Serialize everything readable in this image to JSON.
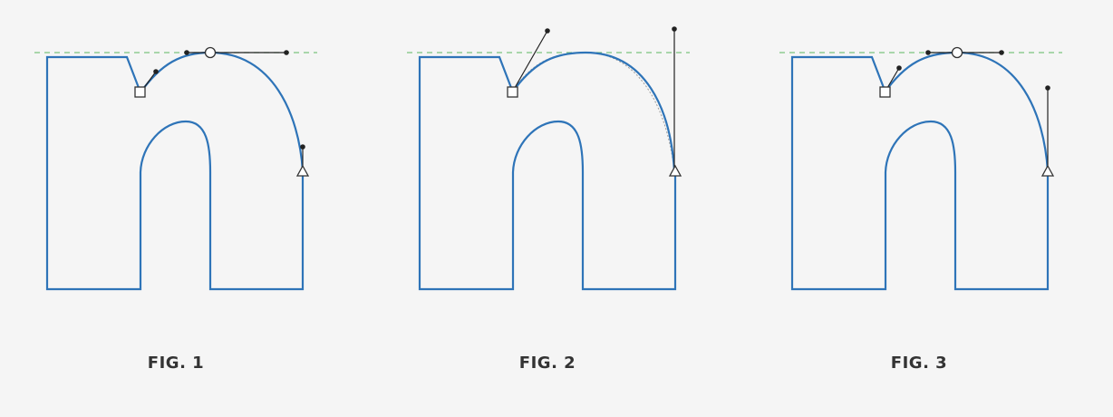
{
  "figures": [
    {
      "caption": "FIG. 1"
    },
    {
      "caption": "FIG. 2"
    },
    {
      "caption": "FIG. 3"
    }
  ],
  "colors": {
    "background": "#f5f5f5",
    "outline": "#2e74b8",
    "guide": "#7cc47f",
    "handle": "#222222",
    "caption": "#333333"
  },
  "icons": {
    "corner_point": "square-point-icon",
    "smooth_point": "circle-point-icon",
    "tangent_point": "triangle-point-icon",
    "handle": "handle-dot-icon"
  }
}
